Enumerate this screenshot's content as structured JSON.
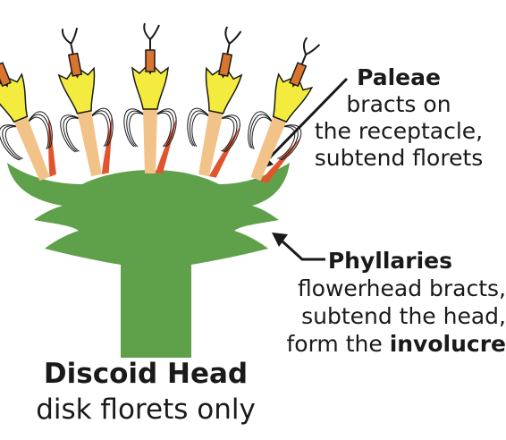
{
  "paleae": {
    "title": "Paleae",
    "lines": [
      "bracts on",
      "the receptacle,",
      "subtend florets"
    ]
  },
  "phyllaries": {
    "title": "Phyllaries",
    "lines": [
      "flowerhead bracts,",
      "subtend the head,"
    ],
    "last_line_prefix": "form the ",
    "last_line_bold": "involucre"
  },
  "head": {
    "title": "Discoid Head",
    "subtitle": "disk florets only"
  },
  "colors": {
    "receptacle_green": "#5fa04a",
    "palea_red": "#e0552e",
    "corolla_yellow": "#f3ec3e",
    "tube_tan": "#f2c389",
    "anther_orange": "#d9752f",
    "outline": "#1a1a1a"
  }
}
